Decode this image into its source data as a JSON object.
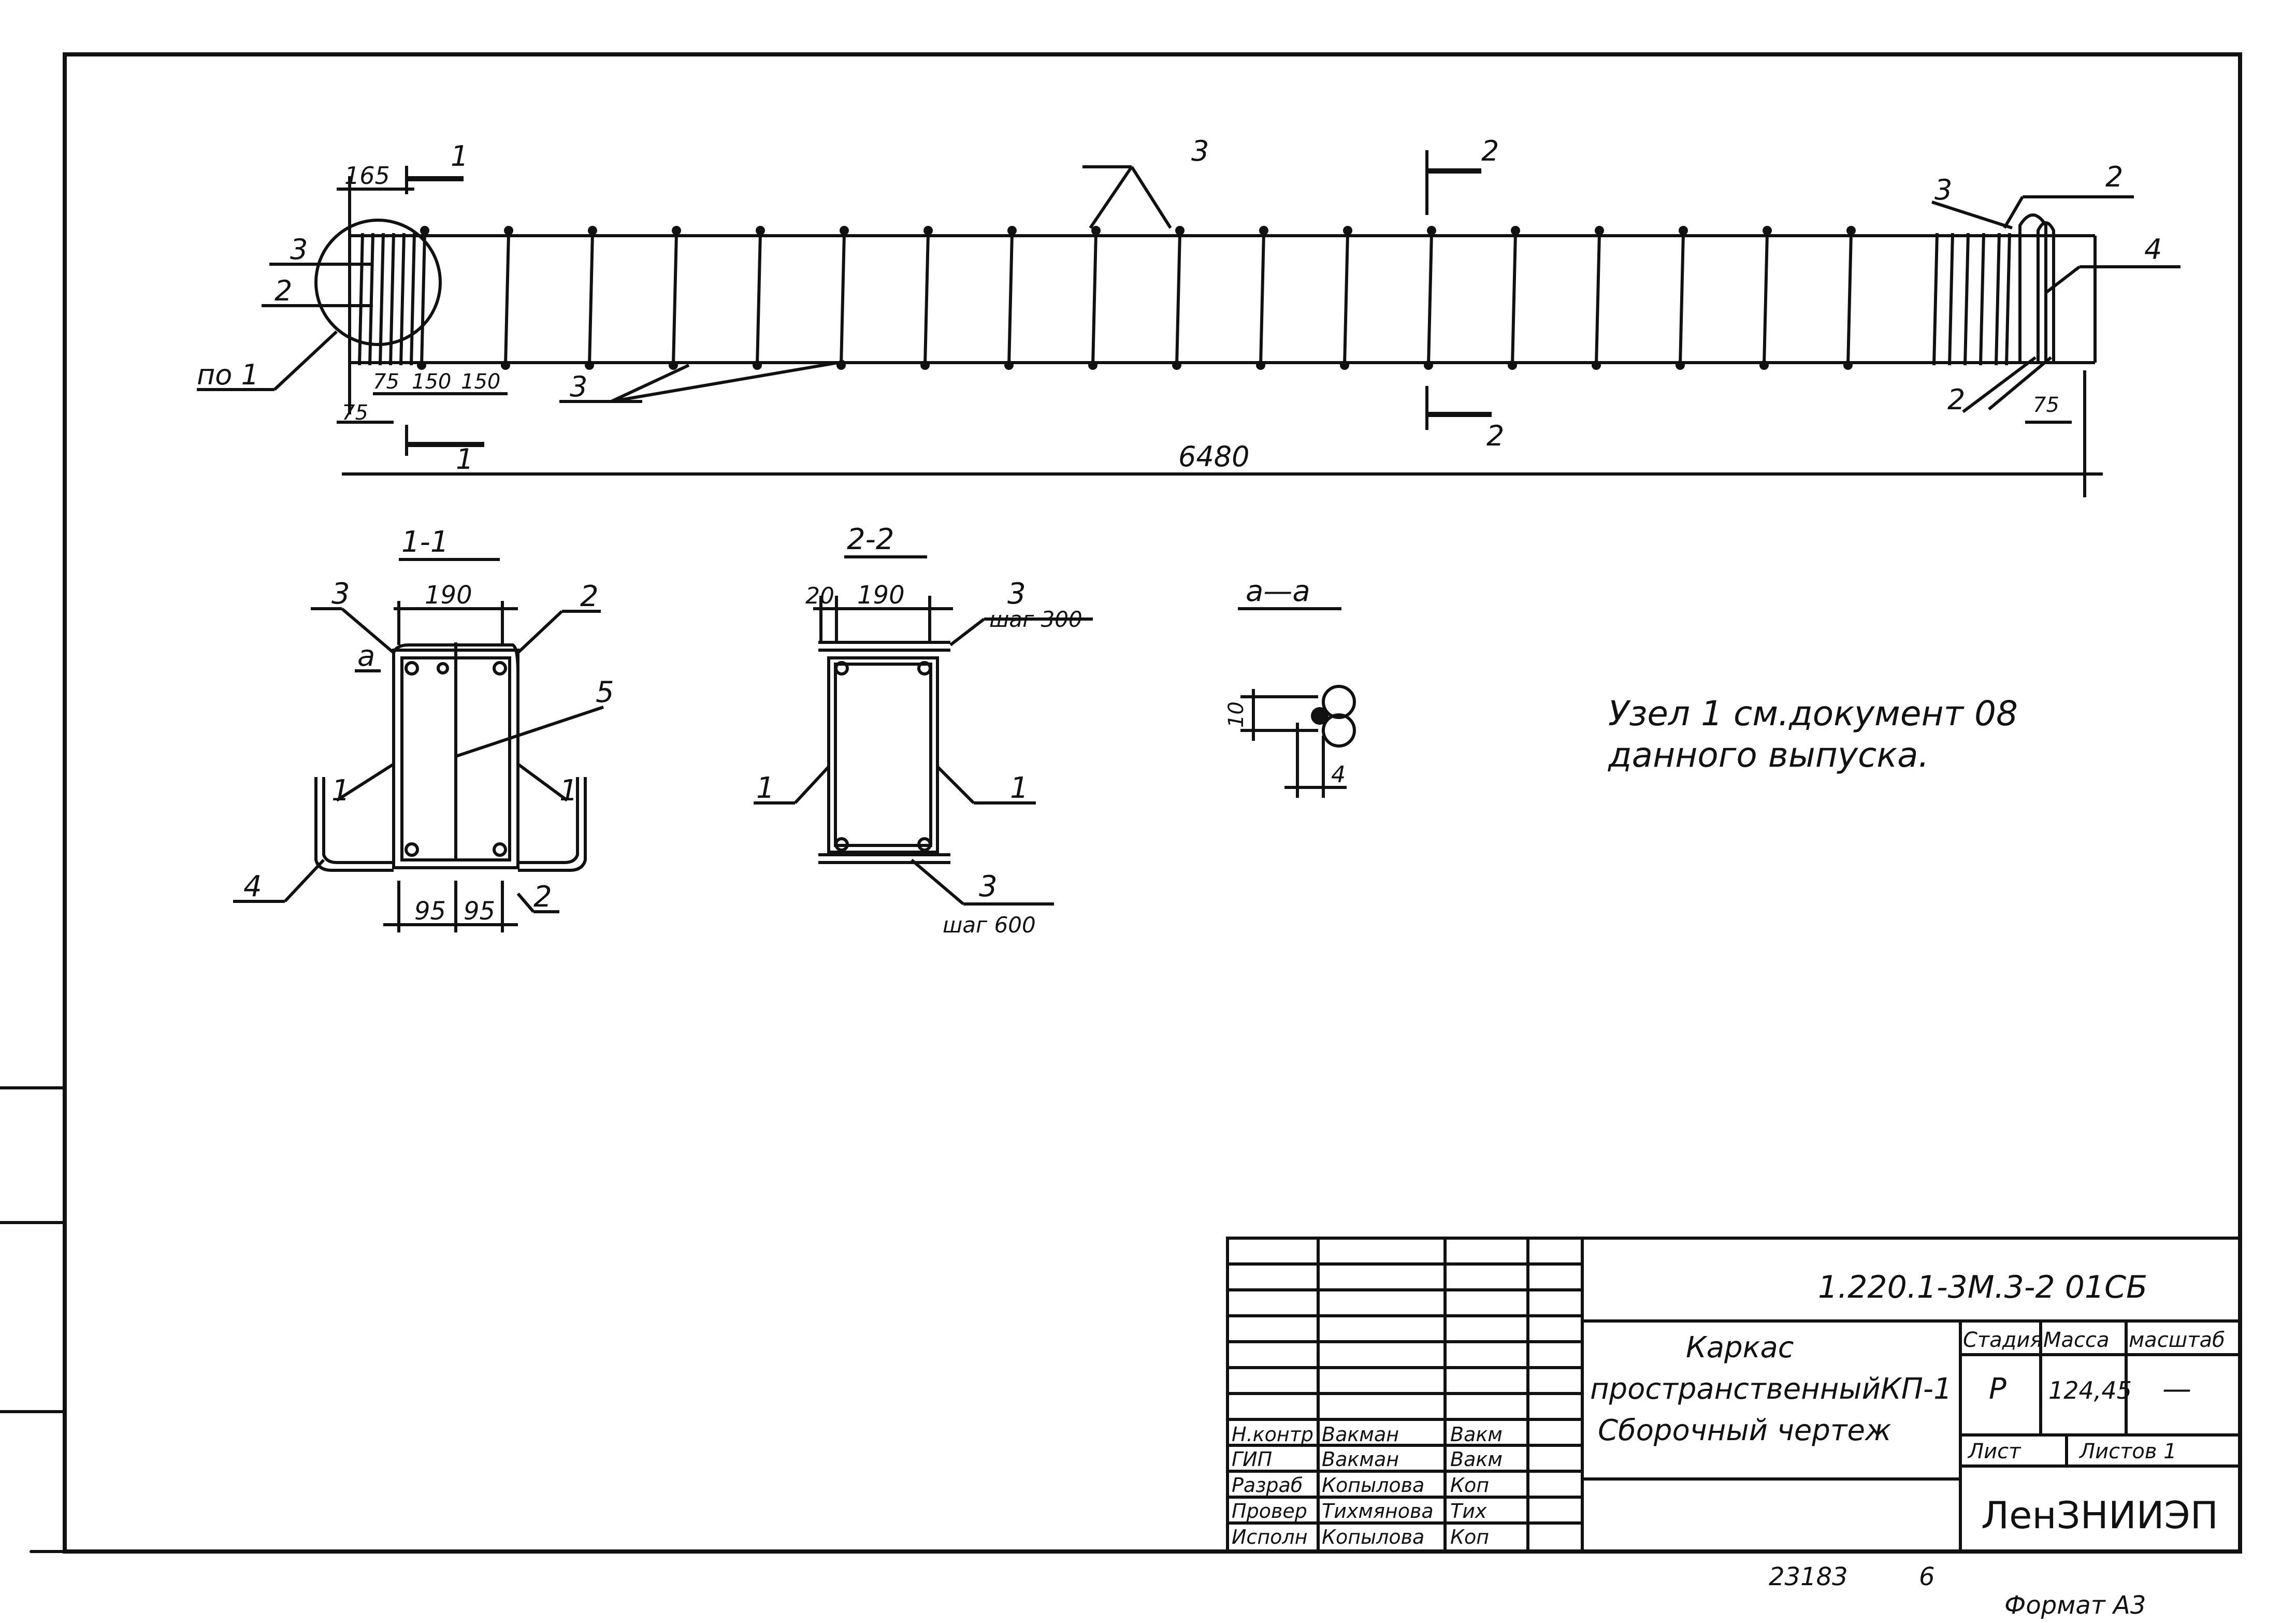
{
  "main_view": {
    "callout_3_top": "3",
    "callout_3_bottom": "3",
    "callout_3_left": "3",
    "callout_2_left": "2",
    "callout_3_right": "3",
    "callout_2_right_top": "2",
    "callout_2_right_bottom": "2",
    "callout_4_right": "4",
    "node_ref": "по 1",
    "section_1_label": "1",
    "section_2_label": "2",
    "dim_165": "165",
    "dim_75_a": "75",
    "dim_150_a": "150",
    "dim_150_b": "150",
    "dim_75_b": "75",
    "dim_75_right": "75",
    "dim_total": "6480"
  },
  "section_1_1": {
    "title": "1-1",
    "dim_width": "190",
    "dim_95_a": "95",
    "dim_95_b": "95",
    "callout_3": "3",
    "callout_2_top": "2",
    "callout_2_bottom": "2",
    "callout_5": "5",
    "callout_1_left": "1",
    "callout_1_right": "1",
    "callout_4": "4",
    "marker_a": "а"
  },
  "section_2_2": {
    "title": "2-2",
    "dim_20": "20",
    "dim_190": "190",
    "callout_3_top": "3",
    "step_top": "шаг 300",
    "callout_3_bottom": "3",
    "step_bottom": "шаг 600",
    "callout_1_left": "1",
    "callout_1_right": "1"
  },
  "section_a_a": {
    "title": "а—а",
    "dim_10": "10",
    "dim_4": "4"
  },
  "note": {
    "line1": "Узел 1 см.документ 08",
    "line2": "данного выпуска."
  },
  "title_block": {
    "designation": "1.220.1-3М.3-2  01СБ",
    "name_line1": "Каркас",
    "name_line2": "пространственныйКП-1",
    "name_line3": "Сборочный чертеж",
    "col_stage": "Стадия",
    "col_mass": "Масса",
    "col_scale": "масштаб",
    "stage": "Р",
    "mass": "124,45",
    "scale": "—",
    "sheet": "Лист",
    "sheets": "Листов 1",
    "org": "ЛенЗНИИЭП",
    "roles": [
      {
        "role": "Н.контр",
        "name": "Вакман",
        "sign": "Вакм"
      },
      {
        "role": "ГИП",
        "name": "Вакман",
        "sign": "Вакм"
      },
      {
        "role": "Разраб",
        "name": "Копылова",
        "sign": "Коп"
      },
      {
        "role": "Провер",
        "name": "Тихмянова",
        "sign": "Тих"
      },
      {
        "role": "Исполн",
        "name": "Копылова",
        "sign": "Коп"
      }
    ]
  },
  "footer": {
    "inventory": "23183",
    "inventory_suffix": "6",
    "format": "Формат А3"
  }
}
